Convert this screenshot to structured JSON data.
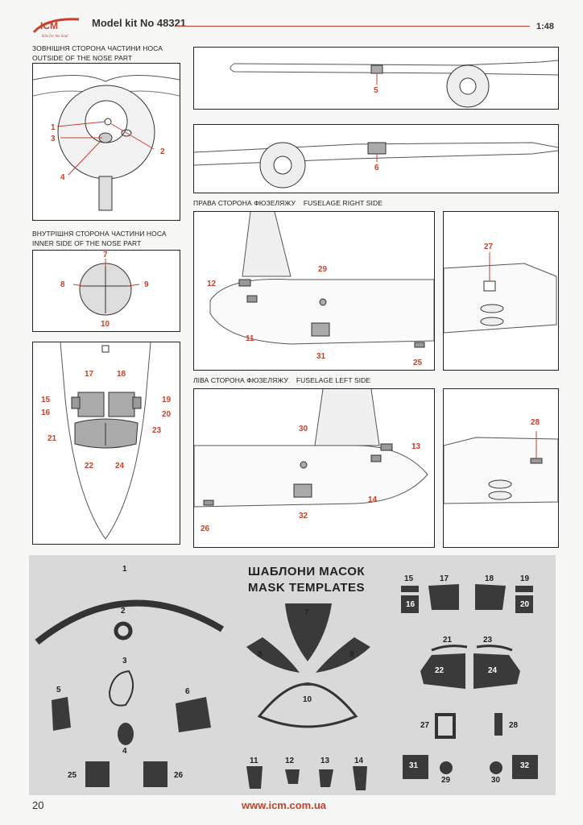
{
  "header": {
    "brand": "ICM",
    "tagline": "Kits for the Soul",
    "kit_label": "Model kit No 48321",
    "scale": "1:48"
  },
  "labels": {
    "nose_outside_ua": "ЗОВНІШНЯ СТОРОНА ЧАСТИНИ НОСА",
    "nose_outside_en": "OUTSIDE OF THE NOSE PART",
    "nose_inner_ua": "ВНУТРІШНЯ СТОРОНА ЧАСТИНИ НОСА",
    "nose_inner_en": "INNER SIDE OF THE NOSE PART",
    "fuselage_right": "ПРАВА СТОРОНА ФЮЗЕЛЯЖУ    FUSELAGE RIGHT SIDE",
    "fuselage_left": "ЛІВА СТОРОНА ФЮЗЕЛЯЖУ    FUSELAGE LEFT SIDE"
  },
  "callouts": {
    "n1": "1",
    "n2": "2",
    "n3": "3",
    "n4": "4",
    "n5": "5",
    "n6": "6",
    "n7": "7",
    "n8": "8",
    "n9": "9",
    "n10": "10",
    "n11": "11",
    "n12": "12",
    "n13": "13",
    "n14": "14",
    "n15": "15",
    "n16": "16",
    "n17": "17",
    "n18": "18",
    "n19": "19",
    "n20": "20",
    "n21": "21",
    "n22": "22",
    "n23": "23",
    "n24": "24",
    "n25": "25",
    "n26": "26",
    "n27": "27",
    "n28": "28",
    "n29": "29",
    "n30": "30",
    "n31": "31",
    "n32": "32"
  },
  "mask_templates": {
    "title_ua": "ШАБЛОНИ МАСОК",
    "title_en": "MASK TEMPLATES"
  },
  "footer": {
    "page_number": "20",
    "url": "www.icm.com.ua"
  },
  "colors": {
    "accent": "#c8412d",
    "mask_fill": "#3a3a3a",
    "panel_bg": "#d9d9d9"
  }
}
